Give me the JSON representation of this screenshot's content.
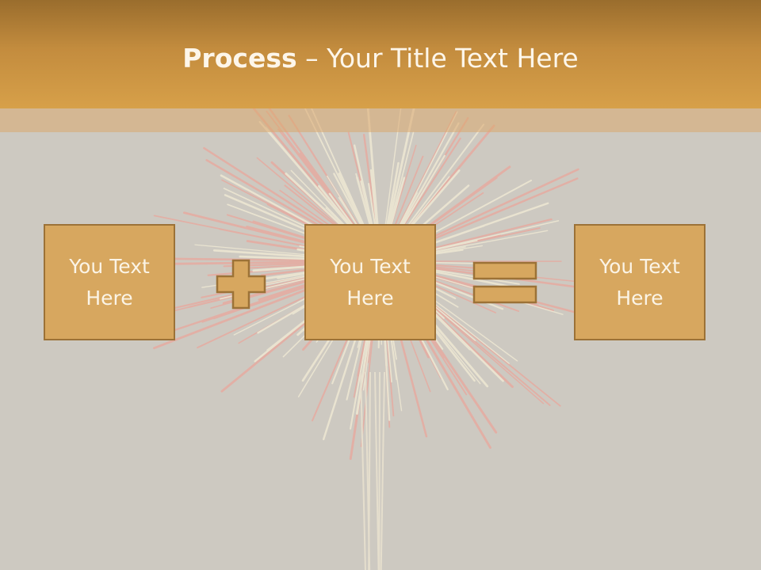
{
  "slide": {
    "title_bold": "Process",
    "title_rest": " – Your Title Text Here",
    "boxes": [
      {
        "text": "You Text Here"
      },
      {
        "text": "You Text Here"
      },
      {
        "text": "You Text Here"
      }
    ],
    "operators": [
      "plus-icon",
      "equals-icon"
    ],
    "colors": {
      "header": "#c38c3e",
      "box_fill": "#d7a75f",
      "box_border": "#9c7237",
      "background": "#cdc9c1"
    }
  }
}
